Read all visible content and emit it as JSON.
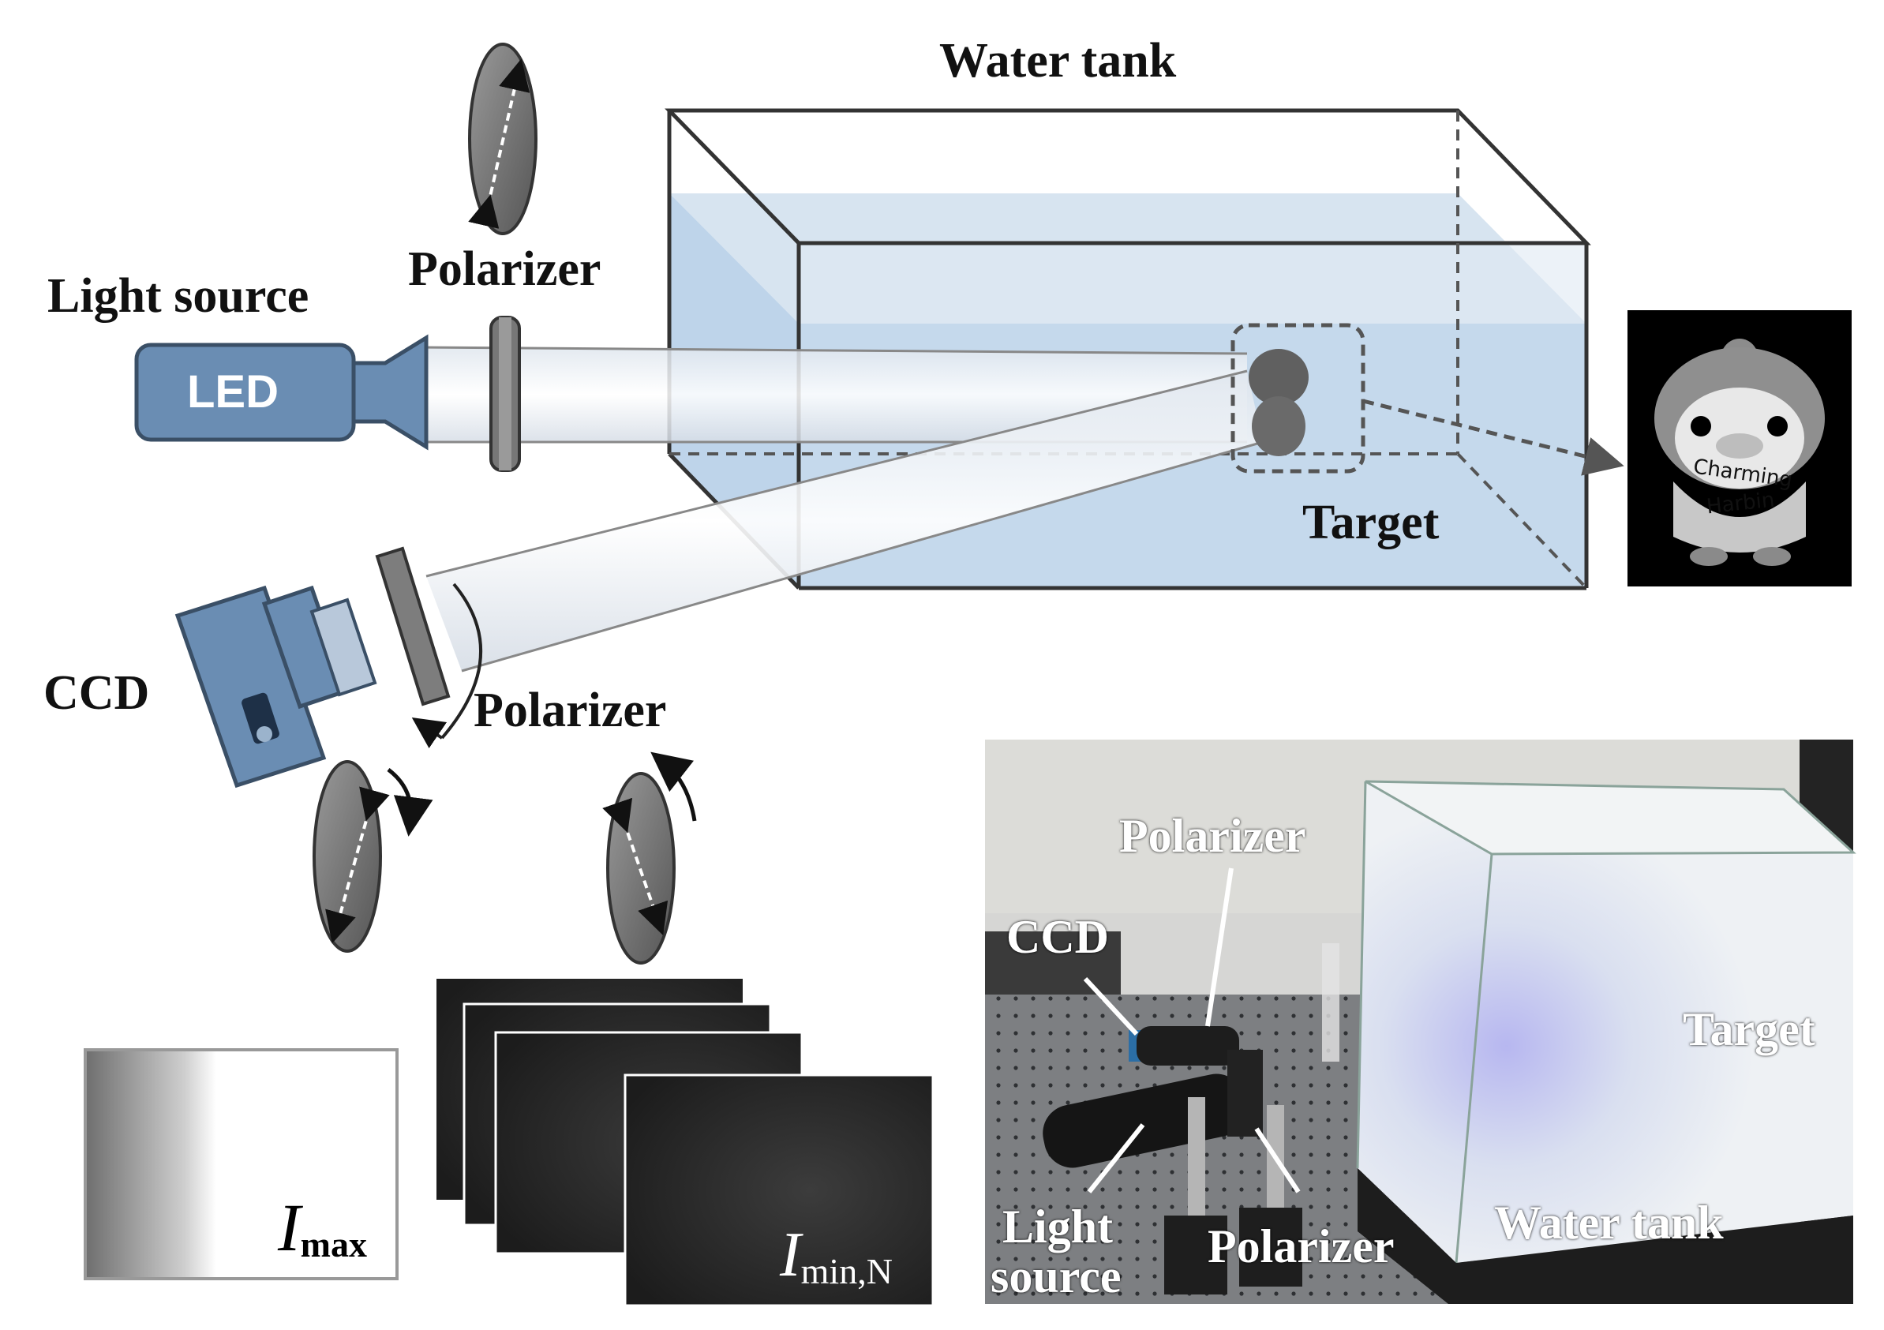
{
  "labels": {
    "water_tank": "Water tank",
    "light_source": "Light source",
    "led": "LED",
    "polarizer_top": "Polarizer",
    "polarizer_bottom": "Polarizer",
    "target": "Target",
    "ccd": "CCD",
    "i_max_symbol": "I",
    "i_max_sub": "max",
    "i_min_symbol": "I",
    "i_min_sub": "min,N"
  },
  "target_image": {
    "line1": "Charming",
    "line2": "Harbin"
  },
  "photo": {
    "polarizer_top": "Polarizer",
    "ccd": "CCD",
    "light_line1": "Light",
    "light_line2": "source",
    "polarizer_bottom": "Polarizer",
    "water_tank": "Water tank",
    "target": "Target"
  },
  "colors": {
    "device_blue": "#6a8db3",
    "device_outline": "#3a4f66",
    "water": "#c9dcec",
    "tank_edge": "#333333",
    "arrow": "#555555"
  }
}
